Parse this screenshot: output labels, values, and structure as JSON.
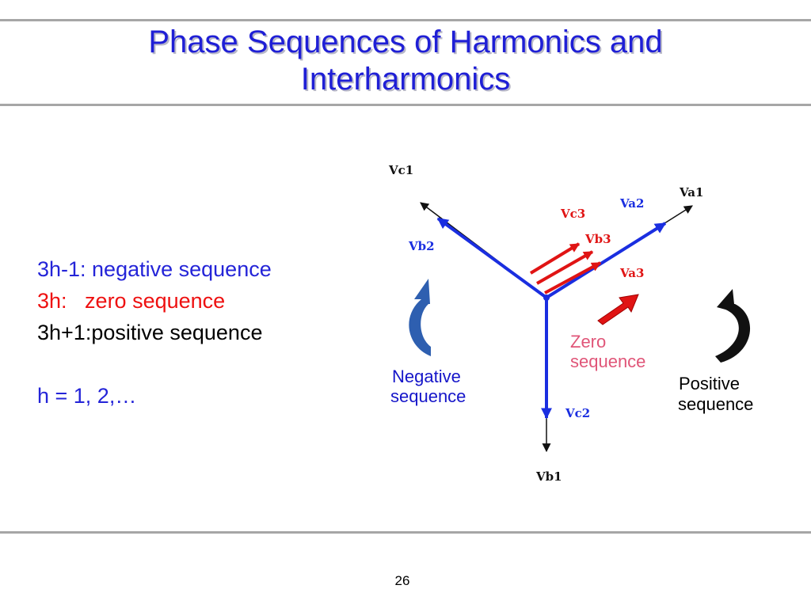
{
  "slide": {
    "title_line1": "Phase Sequences of Harmonics and",
    "title_line2": "Interharmonics",
    "page_number": "26"
  },
  "bullets": {
    "line1": "3h-1: negative sequence",
    "line2_prefix": "3h:   ",
    "line2_text": "zero sequence",
    "line3": "3h+1:positive sequence",
    "line4": "h = 1, 2,…"
  },
  "diagram": {
    "phasor_labels": {
      "va1": "Va1",
      "vb1": "Vb1",
      "vc1": "Vc1",
      "va2": "Va2",
      "vb2": "Vb2",
      "vc2": "Vc2",
      "va3": "Va3",
      "vb3": "Vb3",
      "vc3": "Vc3"
    },
    "sequence_labels": {
      "negative_line1": "Negative",
      "negative_line2": "sequence",
      "zero_line1": "Zero",
      "zero_line2": "sequence",
      "positive_line1": "Positive",
      "positive_line2": "sequence"
    },
    "icons": {
      "negative": "counterclockwise-rotation-arrow-icon",
      "zero": "straight-arrow-icon",
      "positive": "clockwise-rotation-arrow-icon"
    },
    "colors": {
      "positive_phasor": "#111111",
      "negative_phasor": "#1a2ee0",
      "zero_phasor": "#e01414",
      "negative_label": "#1515c9",
      "zero_label": "#e05578",
      "positive_label": "#000000",
      "negative_rotation": "#2e5fb0",
      "zero_arrow": "#e01414",
      "positive_rotation": "#111111"
    }
  }
}
